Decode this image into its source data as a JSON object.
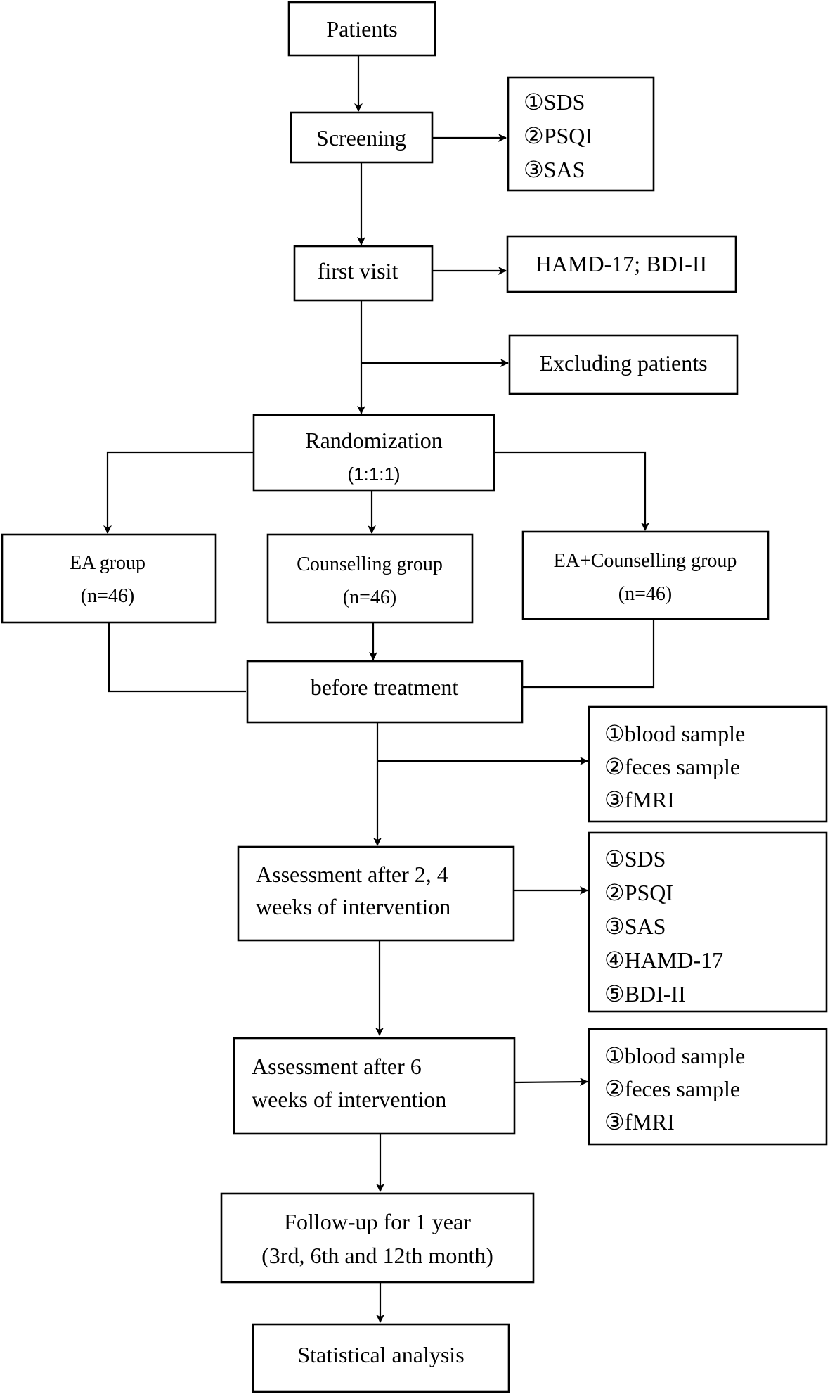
{
  "boxes": {
    "patients": {
      "lines": [
        "Patients"
      ]
    },
    "screening": {
      "lines": [
        "Screening"
      ]
    },
    "screening_scales": {
      "lines": [
        "①SDS",
        "②PSQI",
        "③SAS"
      ]
    },
    "first_visit": {
      "lines": [
        "first visit"
      ]
    },
    "first_visit_scales": {
      "lines": [
        "HAMD-17; BDI-II"
      ]
    },
    "excluding": {
      "lines": [
        "Excluding patients"
      ]
    },
    "randomization": {
      "lines": [
        "Randomization",
        "(1:1:1)"
      ]
    },
    "ea_group": {
      "lines": [
        "EA group",
        "(n=46)"
      ]
    },
    "counselling_group": {
      "lines": [
        "Counselling group",
        "(n=46)"
      ]
    },
    "ea_counselling_group": {
      "lines": [
        "EA+Counselling group",
        "(n=46)"
      ]
    },
    "before_treatment": {
      "lines": [
        "before treatment"
      ]
    },
    "samples_1": {
      "lines": [
        "①blood sample",
        "②feces sample",
        "③fMRI"
      ]
    },
    "assessment_2_4": {
      "lines": [
        "Assessment after 2, 4",
        "weeks of intervention"
      ]
    },
    "assessment_scales": {
      "lines": [
        "①SDS",
        "②PSQI",
        "③SAS",
        "④HAMD-17",
        "⑤BDI-II"
      ]
    },
    "assessment_6": {
      "lines": [
        "Assessment after 6",
        "weeks of intervention"
      ]
    },
    "samples_2": {
      "lines": [
        "①blood sample",
        "②feces sample",
        "③fMRI"
      ]
    },
    "follow_up": {
      "lines": [
        "Follow-up for 1 year",
        "(3rd, 6th and 12th month)"
      ]
    },
    "statistical": {
      "lines": [
        "Statistical analysis"
      ]
    }
  },
  "colors": {
    "stroke": "#000000",
    "background": "#ffffff"
  }
}
